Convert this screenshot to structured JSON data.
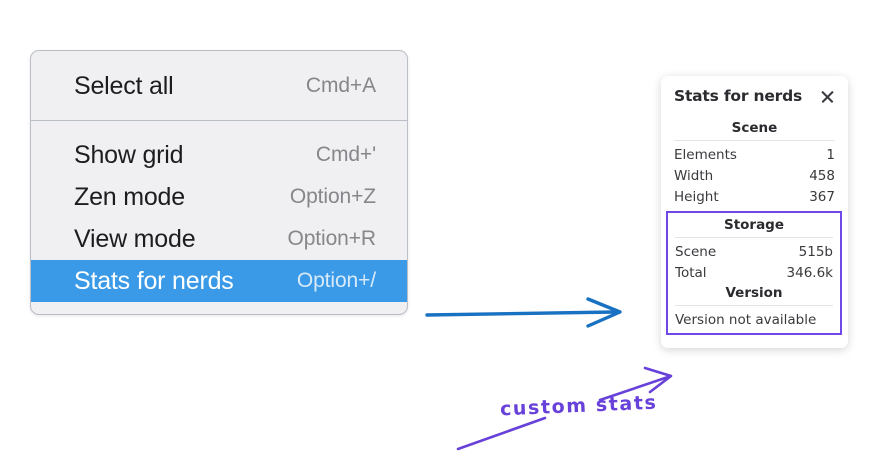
{
  "context_menu": {
    "sections": [
      {
        "items": [
          {
            "label": "Select all",
            "shortcut": "Cmd+A",
            "selected": false
          }
        ]
      },
      {
        "items": [
          {
            "label": "Show grid",
            "shortcut": "Cmd+'",
            "selected": false
          },
          {
            "label": "Zen mode",
            "shortcut": "Option+Z",
            "selected": false
          },
          {
            "label": "View mode",
            "shortcut": "Option+R",
            "selected": false
          },
          {
            "label": "Stats for nerds",
            "shortcut": "Option+/",
            "selected": true
          }
        ]
      }
    ]
  },
  "stats_panel": {
    "title": "Stats for nerds",
    "close_icon": "close-icon",
    "scene": {
      "heading": "Scene",
      "rows": [
        {
          "key": "Elements",
          "value": "1"
        },
        {
          "key": "Width",
          "value": "458"
        },
        {
          "key": "Height",
          "value": "367"
        }
      ]
    },
    "storage": {
      "heading": "Storage",
      "rows": [
        {
          "key": "Scene",
          "value": "515b"
        },
        {
          "key": "Total",
          "value": "346.6k"
        }
      ]
    },
    "version": {
      "heading": "Version",
      "text": "Version not available"
    }
  },
  "annotations": {
    "custom_stats_label": "custom stats",
    "arrow_blue_color": "#1971c2",
    "arrow_purple_color": "#6741d9",
    "highlight_box_color": "#7048e8",
    "menu_selection_color": "#3b9ae8"
  }
}
